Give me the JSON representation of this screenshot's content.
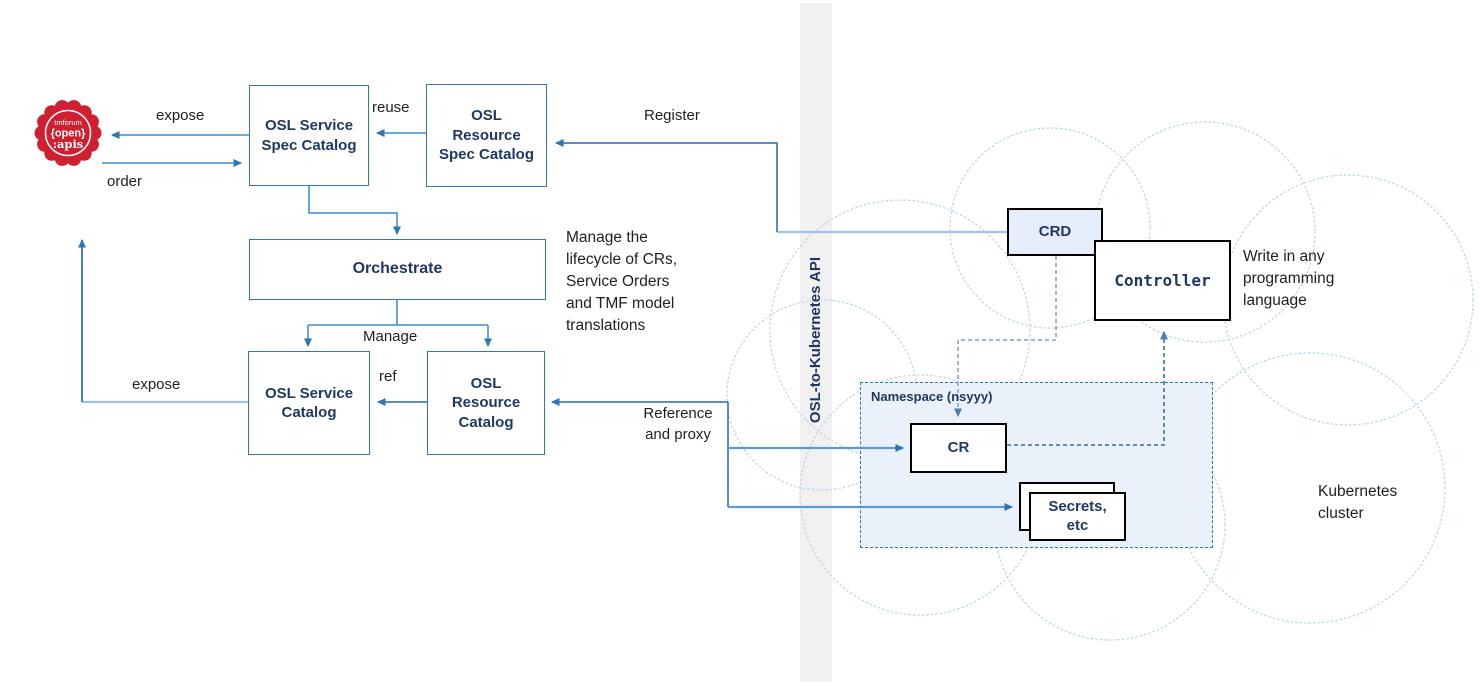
{
  "logo": {
    "line1": "tmforum",
    "line2": "{open}",
    "line3": ":apis"
  },
  "boxes": {
    "service_spec": "OSL Service\nSpec Catalog",
    "resource_spec": "OSL\nResource\nSpec Catalog",
    "orchestrate": "Orchestrate",
    "service_catalog": "OSL Service\nCatalog",
    "resource_catalog": "OSL\nResource\nCatalog",
    "crd": "CRD",
    "controller": "Controller",
    "cr": "CR",
    "secrets": "Secrets,\netc",
    "namespace_label": "Namespace (nsyyy)"
  },
  "edge_labels": {
    "expose_top": "expose",
    "order": "order",
    "reuse": "reuse",
    "register": "Register",
    "manage": "Manage",
    "ref": "ref",
    "expose_bottom": "expose",
    "reference_proxy": "Reference\nand proxy"
  },
  "annotations": {
    "lifecycle": "Manage the\nlifecycle of CRs,\nService Orders\nand TMF model\ntranslations",
    "write_any": "Write in any\nprogramming\nlanguage",
    "k8s_cluster": "Kubernetes\ncluster",
    "api_bar": "OSL-to-Kubernetes API"
  },
  "colors": {
    "navy": "#1F3864",
    "box_border": "#2E75B6",
    "line_light": "#9DC3E6",
    "line_medium": "#5B9BD5",
    "line_dark": "#4A7EBB",
    "arrow_head": "#2E75B6",
    "dashed_light": "#8FAADC",
    "cloud_dot": "#BDD7EE",
    "namespace_fill": "#EAF1FA",
    "crd_fill": "#E4EDF9",
    "bar_fill": "#F1F1F2",
    "logo_red": "#CE2030"
  }
}
